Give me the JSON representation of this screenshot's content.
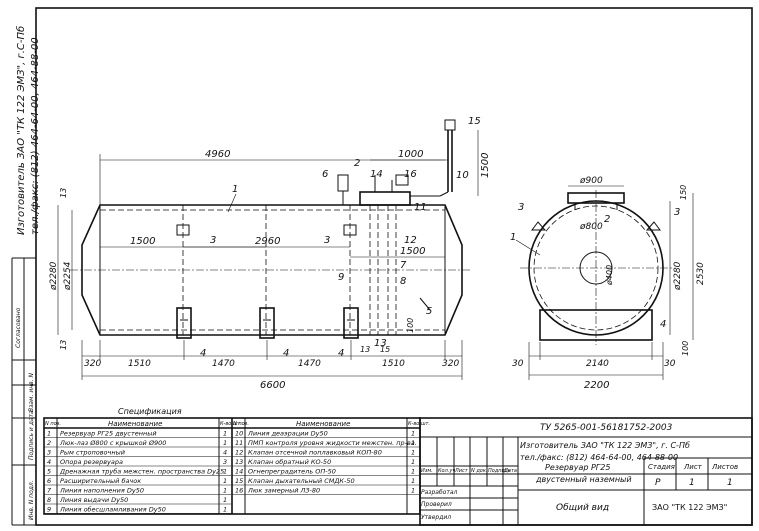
{
  "side_note": {
    "line1": "Изготовитель ЗАО \"ТК 122 ЭМЗ\", г.С-Пб",
    "line2": "тел./факс: (812) 464-64-00, 464-88-00"
  },
  "left_column_labels": {
    "soglasovano": "Согласовано",
    "inv_podl": "Инв. N подл.",
    "podpis_data": "Подпись и дата",
    "vzam_inv": "Взам. инв. N"
  },
  "dimensions_front": {
    "d4960": "4960",
    "d1000": "1000",
    "d1500_top": "1500",
    "d1500_mid": "1500",
    "d2960": "2960",
    "d1500_right": "1500",
    "d2280": "ø2280",
    "d2254": "ø2254",
    "d13_top": "13",
    "d13_bot": "13",
    "d13_mid": "13",
    "d15": "15",
    "d100": "100",
    "d320_l": "320",
    "d1510_l": "1510",
    "d1470_a": "1470",
    "d1470_b": "1470",
    "d1510_r": "1510",
    "d320_r": "320",
    "d6600": "6600"
  },
  "callouts_front": [
    "1",
    "2",
    "3",
    "3",
    "4",
    "4",
    "4",
    "5",
    "6",
    "7",
    "8",
    "9",
    "10",
    "11",
    "12",
    "13",
    "14",
    "15",
    "16"
  ],
  "dimensions_side": {
    "d900": "ø900",
    "d800": "ø800",
    "d400": "ø400",
    "d150": "150",
    "d2280": "ø2280",
    "d2530": "2530",
    "d30_l": "30",
    "d2140": "2140",
    "d30_r": "30",
    "d100": "100",
    "d2200": "2200"
  },
  "callouts_side": [
    "1",
    "2",
    "3",
    "3",
    "4"
  ],
  "spec": {
    "title": "Спецификация",
    "col_pos": "N поз.",
    "col_name": "Наименование",
    "col_qty": "К-во шт.",
    "left_rows": [
      {
        "pos": "1",
        "name": "Резервуар РГ25 двустенный",
        "qty": "1"
      },
      {
        "pos": "2",
        "name": "Люк-лаз Ø800 с крышкой Ø900",
        "qty": "1"
      },
      {
        "pos": "3",
        "name": "Рым строповочный",
        "qty": "4"
      },
      {
        "pos": "4",
        "name": "Опора резервуара",
        "qty": "3"
      },
      {
        "pos": "5",
        "name": "Дренажная труба межстен. пространства Dy25",
        "qty": "1"
      },
      {
        "pos": "6",
        "name": "Расширительный бачок",
        "qty": "1"
      },
      {
        "pos": "7",
        "name": "Линия наполнения Dy50",
        "qty": "1"
      },
      {
        "pos": "8",
        "name": "Линия выдачи Dy50",
        "qty": "1"
      },
      {
        "pos": "9",
        "name": "Линия обесшламливания Dy50",
        "qty": "1"
      }
    ],
    "right_rows": [
      {
        "pos": "10",
        "name": "Линия деаэрации Dy50",
        "qty": "1"
      },
      {
        "pos": "11",
        "name": "ПМП контроля уровня жидкости межстен. пр-ва.",
        "qty": "1"
      },
      {
        "pos": "12",
        "name": "Клапан отсечной поплавковый КОП-80",
        "qty": "1"
      },
      {
        "pos": "13",
        "name": "Клапан обратный КО-50",
        "qty": "1"
      },
      {
        "pos": "14",
        "name": "Огнепреградитель ОП-50",
        "qty": "1"
      },
      {
        "pos": "15",
        "name": "Клапан дыхательный СМДК-50",
        "qty": "1"
      },
      {
        "pos": "16",
        "name": "Люк замерный ЛЗ-80",
        "qty": "1"
      }
    ]
  },
  "title_block": {
    "doc_code": "ТУ 5265-001-56181752-2003",
    "maker_line1": "Изготовитель ЗАО \"ТК 122 ЭМЗ\", г. С-Пб",
    "maker_line2": "тел./факс: (812) 464-64-00, 464-88-00",
    "hdr_izm": "Изм.",
    "hdr_koluch": "Кол.уч",
    "hdr_list": "Лист",
    "hdr_ndok": "N док.",
    "hdr_podpis": "Подпись",
    "hdr_data": "Дата",
    "product_line1": "Резервуар РГ25",
    "product_line2": "двустенный наземный",
    "stadia_label": "Стадия",
    "list_label": "Лист",
    "listov_label": "Листов",
    "stadia_val": "Р",
    "list_val": "1",
    "listov_val": "1",
    "razrabotal": "Разработал",
    "proveril": "Проверил",
    "utverdil": "Утвердил",
    "sheet_title": "Общий вид",
    "company": "ЗАО \"ТК 122 ЭМЗ\""
  }
}
